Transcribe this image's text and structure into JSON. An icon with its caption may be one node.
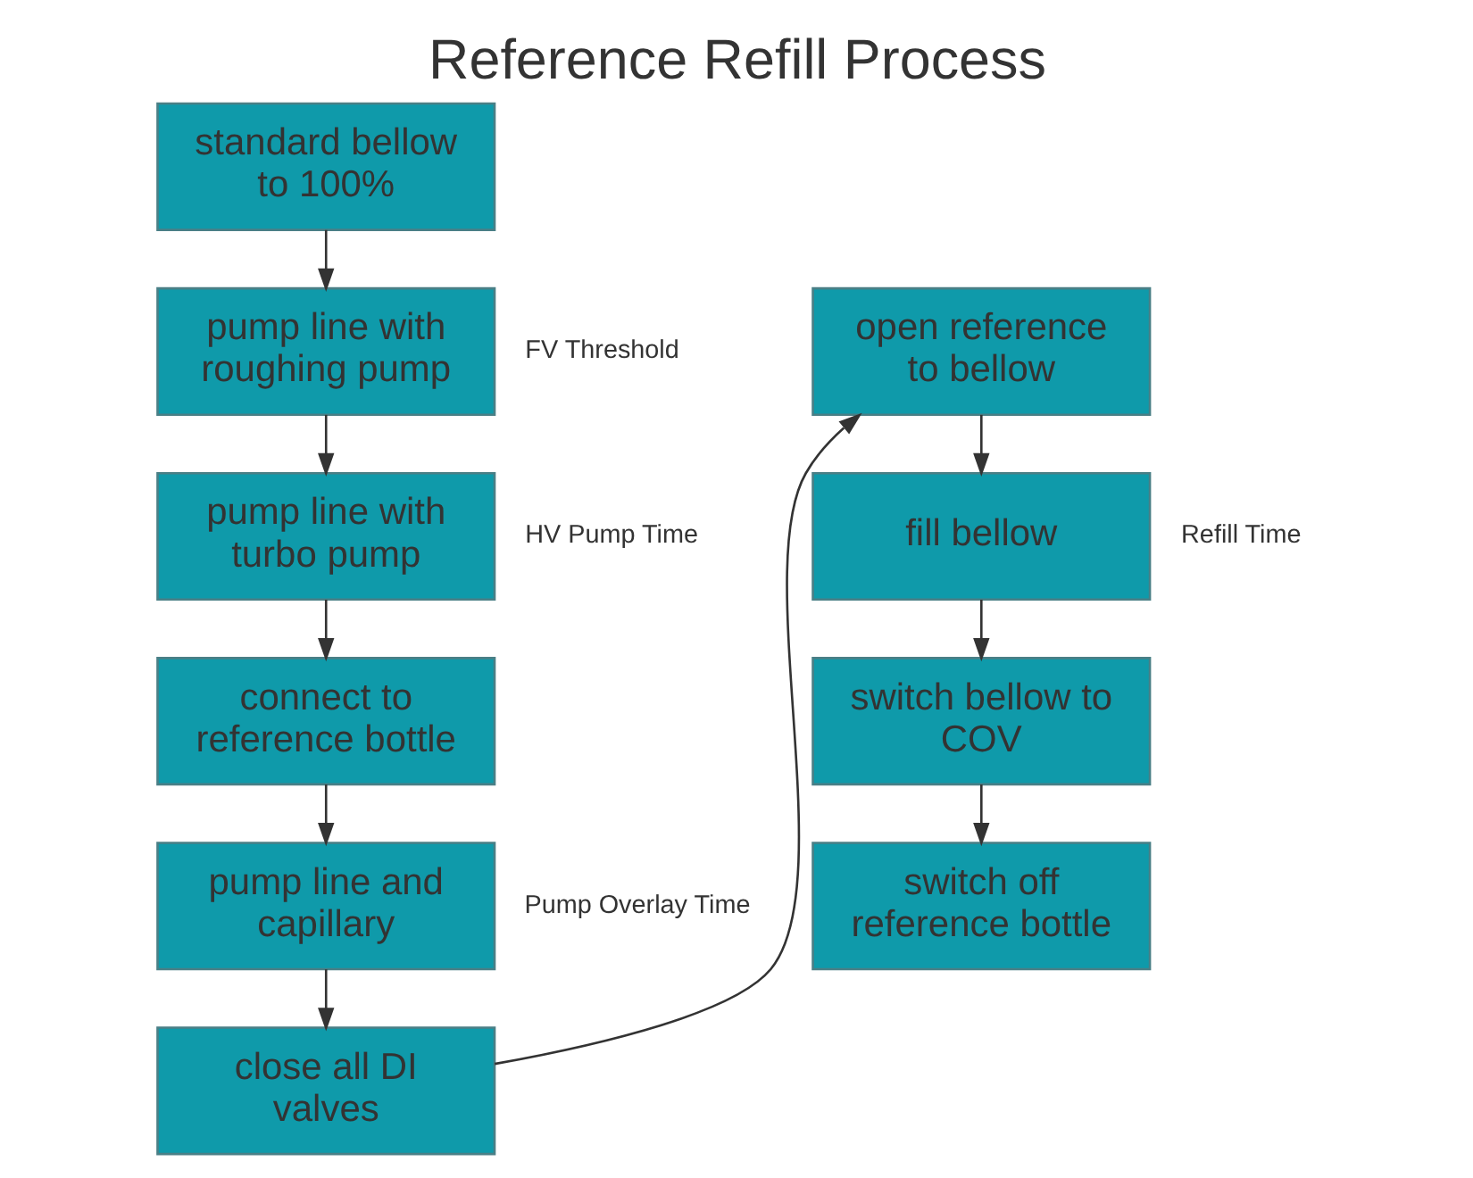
{
  "diagram": {
    "title": "Reference Refill Process",
    "nodes": [
      {
        "text": [
          "standard bellow to 100%"
        ]
      },
      {
        "text": [
          "pump line with roughing pump"
        ],
        "beside": [
          "FV Threshold"
        ]
      },
      {
        "text": [
          "pump line with turbo pump"
        ],
        "beside": [
          "HV Pump Time"
        ]
      },
      {
        "text": [
          "connect to reference bottle"
        ]
      },
      {
        "text": [
          "pump line and capillary"
        ],
        "beside": [
          "Pump Overlay Time"
        ]
      },
      {
        "text": [
          "close all DI valves"
        ]
      },
      {
        "text": [
          "open reference to bellow"
        ]
      },
      {
        "text": [
          "fill bellow"
        ],
        "beside": [
          "Refill Time"
        ]
      },
      {
        "text": [
          "switch bellow to COV"
        ]
      },
      {
        "text": [
          "switch off reference bottle"
        ]
      }
    ],
    "edges": [
      {
        "from": 0,
        "to": 1,
        "arrow": "to"
      },
      {
        "from": 1,
        "to": 2,
        "arrow": "to"
      },
      {
        "from": 2,
        "to": 3,
        "arrow": "to"
      },
      {
        "from": 3,
        "to": 4,
        "arrow": "to"
      },
      {
        "from": 4,
        "to": 5,
        "arrow": "to"
      },
      {
        "from": 5,
        "to": 6,
        "arrow": "to"
      },
      {
        "from": 6,
        "to": 7,
        "arrow": "to"
      },
      {
        "from": 7,
        "to": 8,
        "arrow": "to"
      },
      {
        "from": 8,
        "to": 9,
        "arrow": "to"
      }
    ]
  }
}
